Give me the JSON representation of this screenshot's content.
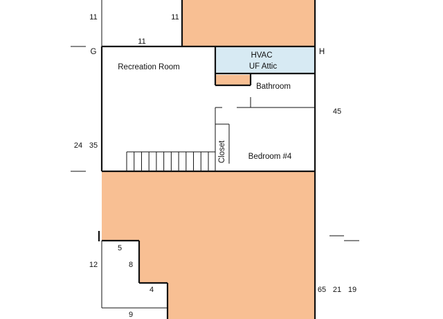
{
  "colors": {
    "unfinished": "#F8BF93",
    "hvac": "#D7EAF3",
    "wall": "#111111",
    "background": "#FFFFFF"
  },
  "rooms": {
    "recreation": "Recreation Room",
    "hvac_line1": "HVAC",
    "hvac_line2": "UF Attic",
    "bathroom": "Bathroom",
    "bedroom": "Bedroom #4",
    "closet": "Closet"
  },
  "corner_labels": {
    "g": "G",
    "h": "H"
  },
  "dimensions": {
    "top_left": "11",
    "top_mid": "11",
    "top_wall": "11",
    "left_24": "24",
    "left_35": "35",
    "right_45": "45",
    "stair_5": "5",
    "left_12": "12",
    "stair_8": "8",
    "stair_4": "4",
    "bottom_9": "9",
    "right_65": "65",
    "right_21": "21",
    "right_19": "19"
  },
  "stairs": {
    "tread_count": 11
  }
}
